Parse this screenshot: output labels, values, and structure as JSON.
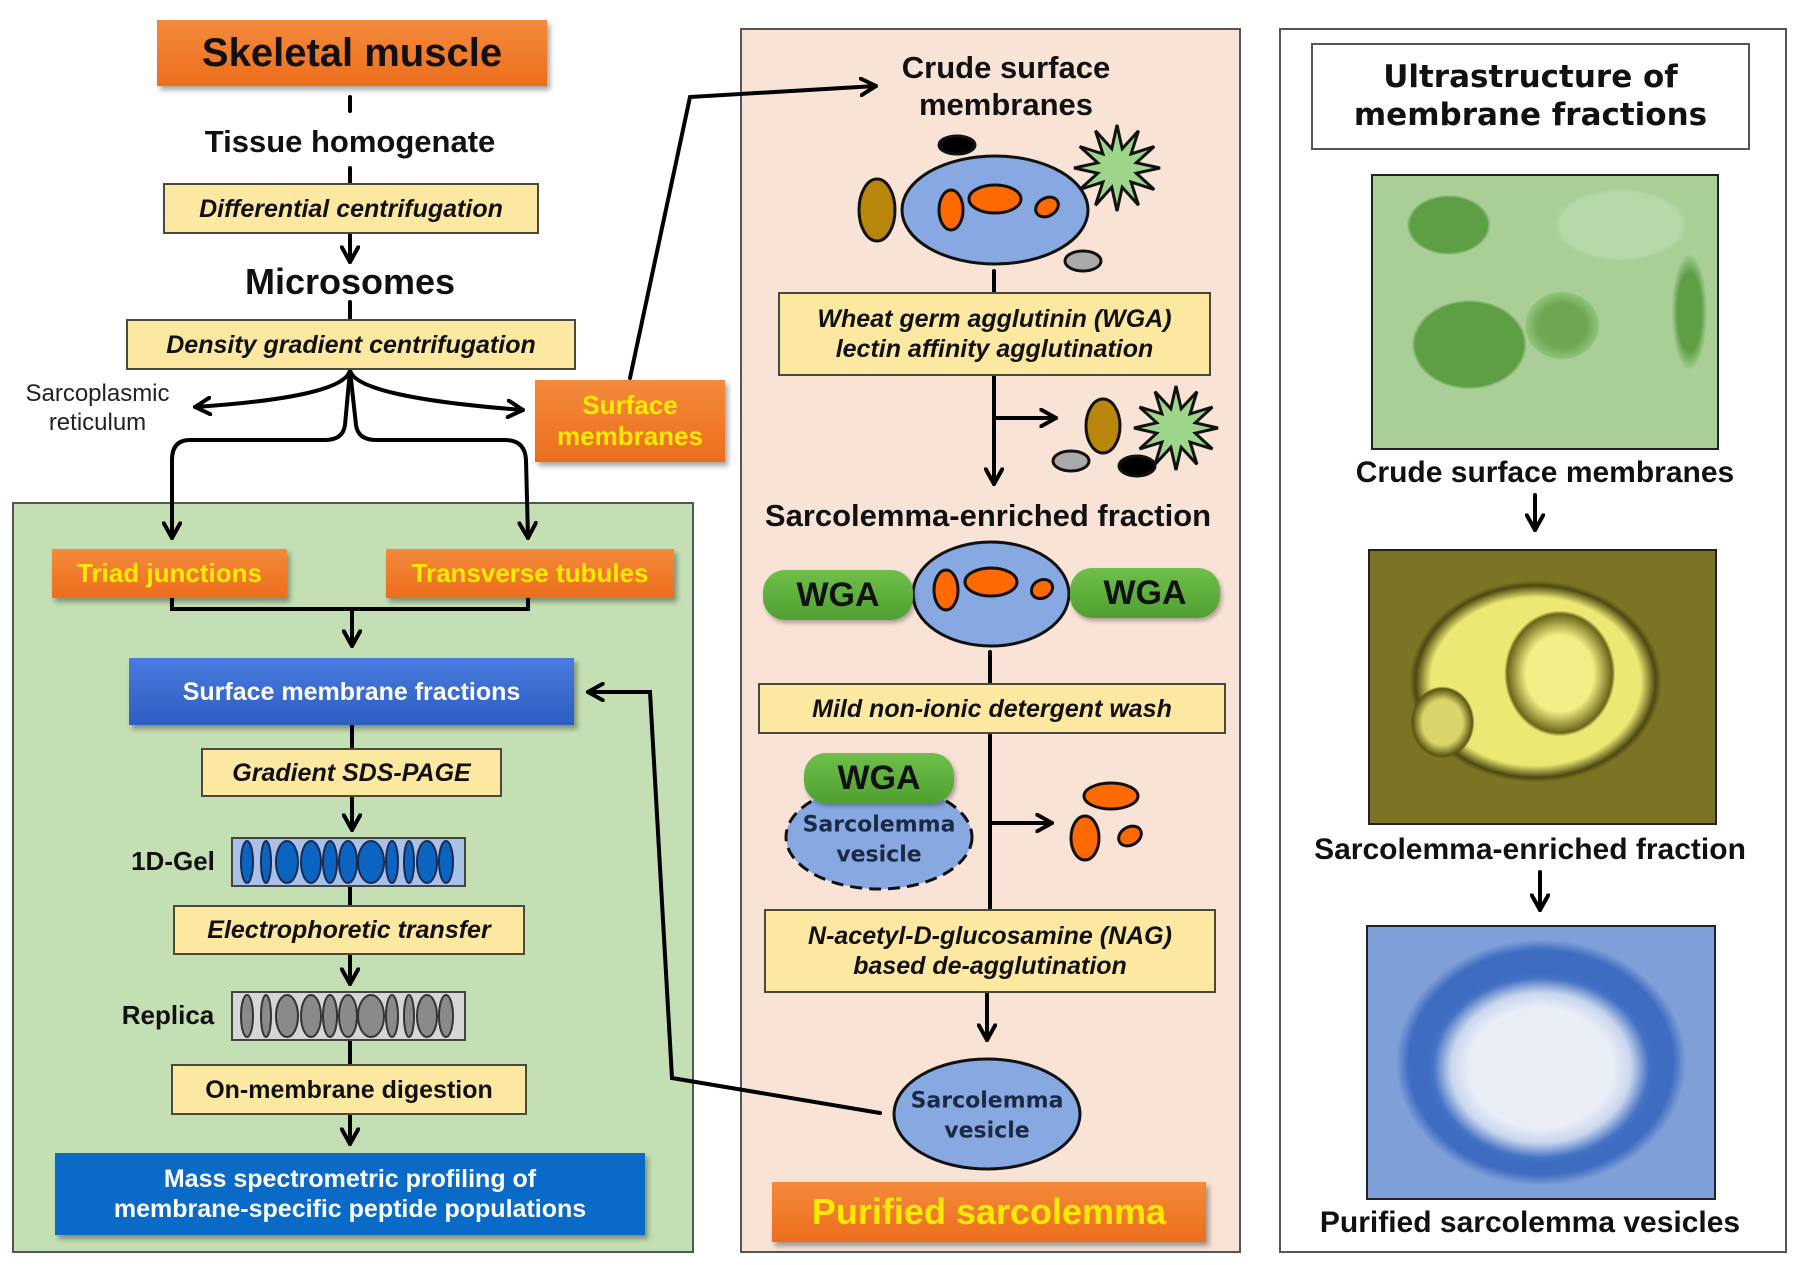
{
  "left": {
    "source": "Skeletal muscle",
    "homogenate": "Tissue homogenate",
    "step_diff_centrifugation": "Differential centrifugation",
    "microsomes": "Microsomes",
    "step_density_gradient": "Density gradient centrifugation",
    "sarcoplasmic_reticulum": [
      "Sarcoplasmic",
      "reticulum"
    ],
    "surface_membranes": [
      "Surface",
      "membranes"
    ],
    "triad_junctions": "Triad junctions",
    "transverse_tubules": "Transverse tubules",
    "surface_membrane_fractions": "Surface membrane fractions",
    "step_sds_page": "Gradient SDS-PAGE",
    "gel_label": "1D-Gel",
    "step_transfer": "Electrophoretic transfer",
    "replica_label": "Replica",
    "step_digestion": "On-membrane digestion",
    "mass_spec": [
      "Mass spectrometric profiling of",
      "membrane-specific peptide populations"
    ]
  },
  "middle": {
    "crude_title": [
      "Crude surface",
      "membranes"
    ],
    "step_wga": [
      "Wheat germ agglutinin (WGA)",
      "lectin affinity agglutination"
    ],
    "enriched_title": "Sarcolemma-enriched fraction",
    "wga_label": "WGA",
    "step_wash": "Mild non-ionic detergent wash",
    "vesicle_label": [
      "Sarcolemma",
      "vesicle"
    ],
    "step_nag": [
      "N-acetyl-D-glucosamine (NAG)",
      "based de-agglutination"
    ],
    "purified": "Purified sarcolemma"
  },
  "right": {
    "title": [
      "Ultrastructure of",
      "membrane fractions"
    ],
    "images": [
      {
        "caption": "Crude surface membranes",
        "tint": "#5e9e45"
      },
      {
        "caption": "Sarcolemma-enriched fraction",
        "tint": "#e8e462"
      },
      {
        "caption": "Purified sarcolemma vesicles",
        "tint": "#3e6cc0"
      }
    ]
  },
  "colors": {
    "orange_box": "#ec6e1c",
    "orange_text": "#ffea00",
    "step_box": "#fde8a2",
    "panel_green": "#c5dfb4",
    "panel_peach": "#f9e3d6",
    "vesicle_blue": "#87a8e0",
    "organelle_orange": "#ff6a00",
    "wga_green": "#5aab38",
    "gel_blue": "#0a64c0",
    "replica_gray": "#8a8a8a"
  }
}
